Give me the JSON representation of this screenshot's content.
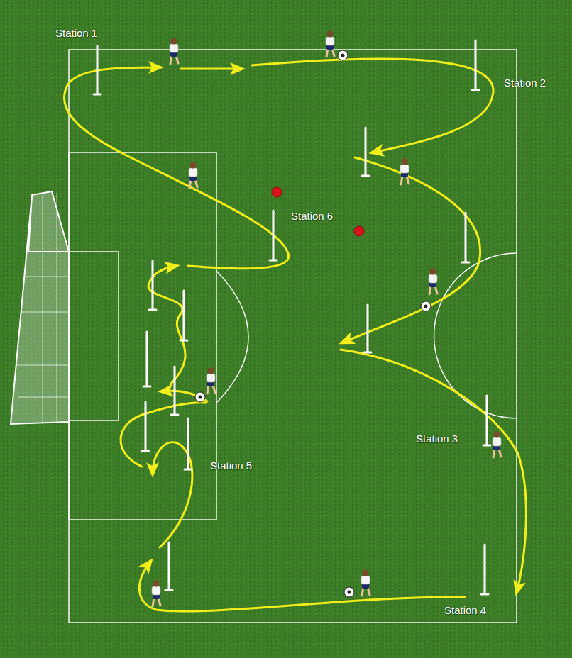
{
  "diagram": {
    "labels": [
      "Station 1",
      "Station 2",
      "Station 6",
      "Station 3",
      "Station 5",
      "Station 4"
    ]
  }
}
